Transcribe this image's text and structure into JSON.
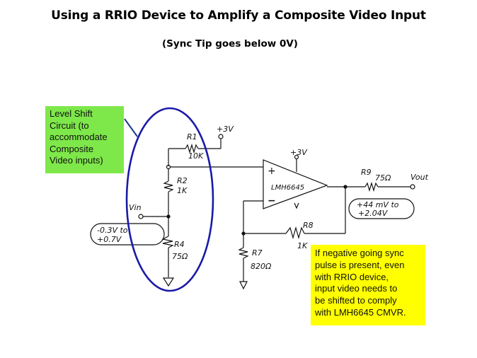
{
  "header": {
    "title": "Using a RRIO Device to Amplify a Composite Video Input",
    "subtitle": "(Sync Tip goes below 0V)"
  },
  "callouts": {
    "level_shift": {
      "lines": [
        "Level Shift",
        "Circuit (to",
        "accommodate",
        "Composite",
        "Video inputs)"
      ],
      "color": "#7ee84a"
    },
    "note": {
      "lines": [
        "If negative going sync",
        "pulse is present, even",
        "with RRIO device,",
        "input video needs to",
        "be shifted to comply",
        "with LMH6645 CMVR."
      ],
      "color": "#ffff00"
    }
  },
  "schematic": {
    "ellipse_color": "#1a1aa8",
    "labels": {
      "r1_name": "R1",
      "r1_value": "10K",
      "supply_top": "+3V",
      "r2_name": "R2",
      "r2_value": "1K",
      "vin": "Vin",
      "input_range_line1": "-0.3V to",
      "input_range_line2": "+0.7V",
      "r4_name": "R4",
      "r4_value": "75Ω",
      "opamp_supply": "+3V",
      "opamp_name": "LMH6645",
      "plus": "+",
      "minus": "−",
      "r9_name": "R9",
      "r9_value": "75Ω",
      "vout": "Vout",
      "output_range_line1": "+44 mV to",
      "output_range_line2": "+2.04V",
      "r8_name": "R8",
      "r8_value": "1K",
      "r7_name": "R7",
      "r7_value": "820Ω"
    }
  }
}
